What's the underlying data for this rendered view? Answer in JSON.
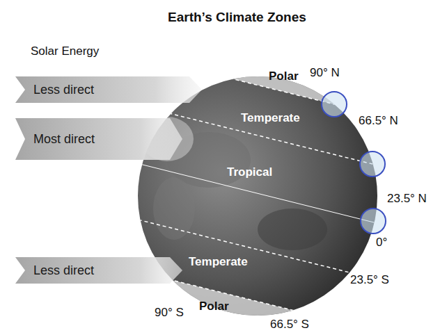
{
  "diagram": {
    "title": "Earth’s Climate Zones",
    "nodes": [
      {
        "text": [
          "Less direct"
        ]
      },
      {
        "text": [
          "Polar"
        ]
      },
      {
        "text": [
          "Most direct"
        ]
      },
      {
        "text": [
          "Temperate"
        ]
      },
      {
        "text": [
          "Tropical"
        ]
      },
      {
        "text": [
          "Temperate"
        ]
      },
      {
        "text": [
          "Less direct"
        ]
      },
      {
        "text": [
          "Polar"
        ]
      }
    ],
    "labels": [
      "Solar Energy",
      "90° N",
      "66.5° N",
      "23.5° N",
      "0°",
      "23.5° S",
      "90° S",
      "66.5° S"
    ]
  }
}
